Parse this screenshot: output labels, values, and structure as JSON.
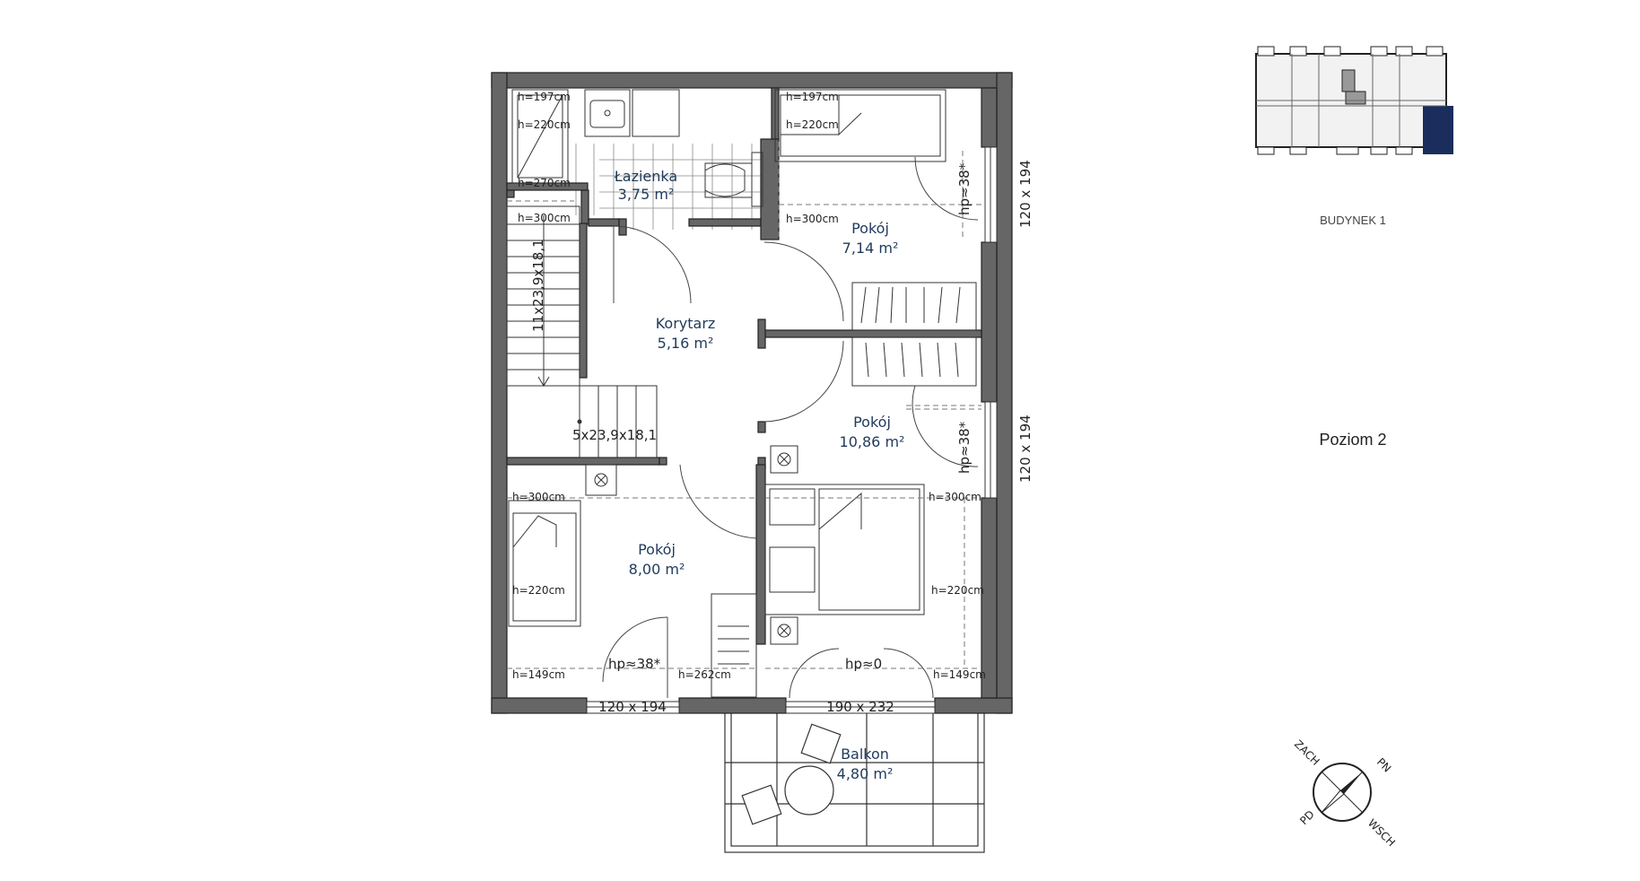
{
  "colors": {
    "wall": "#666666",
    "wall_edge": "#222222",
    "room_text": "#1f3a5c",
    "key_highlight": "#1a2d5c",
    "key_fill": "#f2f2f2",
    "key_stairs": "#999999"
  },
  "rooms": [
    {
      "id": "lazienka",
      "name": "Łazienka",
      "area": "3,75 m²"
    },
    {
      "id": "pokoj-ne",
      "name": "Pokój",
      "area": "7,14 m²"
    },
    {
      "id": "korytarz",
      "name": "Korytarz",
      "area": "5,16 m²"
    },
    {
      "id": "pokoj-e",
      "name": "Pokój",
      "area": "10,86 m²"
    },
    {
      "id": "pokoj-sw",
      "name": "Pokój",
      "area": "8,00 m²"
    },
    {
      "id": "balkon",
      "name": "Balkon",
      "area": "4,80 m²"
    }
  ],
  "heights": [
    "h=197cm",
    "h=220cm",
    "h=270cm",
    "h=300cm",
    "h=197cm",
    "h=220cm",
    "h=300cm",
    "h=300cm",
    "h=220cm",
    "h=149cm",
    "h=262cm",
    "h=300cm",
    "h=220cm",
    "h=149cm"
  ],
  "sill_heights": [
    "hp≈38*",
    "hp≈38*",
    "hp≈38*",
    "hp≈0"
  ],
  "windows": [
    "120 x 194",
    "120 x 194",
    "120 x 194",
    "190 x 232"
  ],
  "stairs": [
    "11x23,9x18,1",
    "5x23,9x18,1"
  ],
  "key_plan": {
    "building": "BUDYNEK 1"
  },
  "level": "Poziom 2",
  "compass": {
    "north": "PN",
    "west": "ZACH",
    "south": "PD",
    "east": "WSCH"
  }
}
